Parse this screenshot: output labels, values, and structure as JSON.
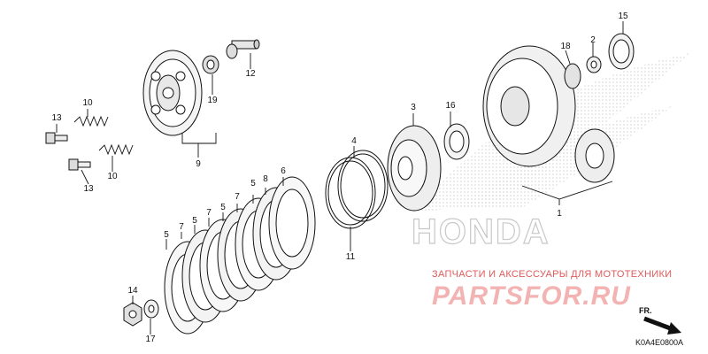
{
  "parts": [
    {
      "id": "p1",
      "num": "1"
    },
    {
      "id": "p2",
      "num": "2"
    },
    {
      "id": "p3",
      "num": "3"
    },
    {
      "id": "p4",
      "num": "4"
    },
    {
      "id": "p5a",
      "num": "5"
    },
    {
      "id": "p5b",
      "num": "5"
    },
    {
      "id": "p5c",
      "num": "5"
    },
    {
      "id": "p5d",
      "num": "5"
    },
    {
      "id": "p6",
      "num": "6"
    },
    {
      "id": "p7a",
      "num": "7"
    },
    {
      "id": "p7b",
      "num": "7"
    },
    {
      "id": "p7c",
      "num": "7"
    },
    {
      "id": "p8",
      "num": "8"
    },
    {
      "id": "p9",
      "num": "9"
    },
    {
      "id": "p10a",
      "num": "10"
    },
    {
      "id": "p10b",
      "num": "10"
    },
    {
      "id": "p11",
      "num": "11"
    },
    {
      "id": "p12",
      "num": "12"
    },
    {
      "id": "p13a",
      "num": "13"
    },
    {
      "id": "p13b",
      "num": "13"
    },
    {
      "id": "p14",
      "num": "14"
    },
    {
      "id": "p15",
      "num": "15"
    },
    {
      "id": "p16",
      "num": "16"
    },
    {
      "id": "p17",
      "num": "17"
    },
    {
      "id": "p18",
      "num": "18"
    },
    {
      "id": "p19",
      "num": "19"
    }
  ],
  "watermark": {
    "brand": "HONDA",
    "shop_text": "ЗАПЧАСТИ И АКСЕССУАРЫ ДЛЯ МОТОТЕХНИКИ",
    "shop_logo": "PARTSFOR.RU"
  },
  "direction_label": "FR.",
  "diagram_code": "K0A4E0800A"
}
